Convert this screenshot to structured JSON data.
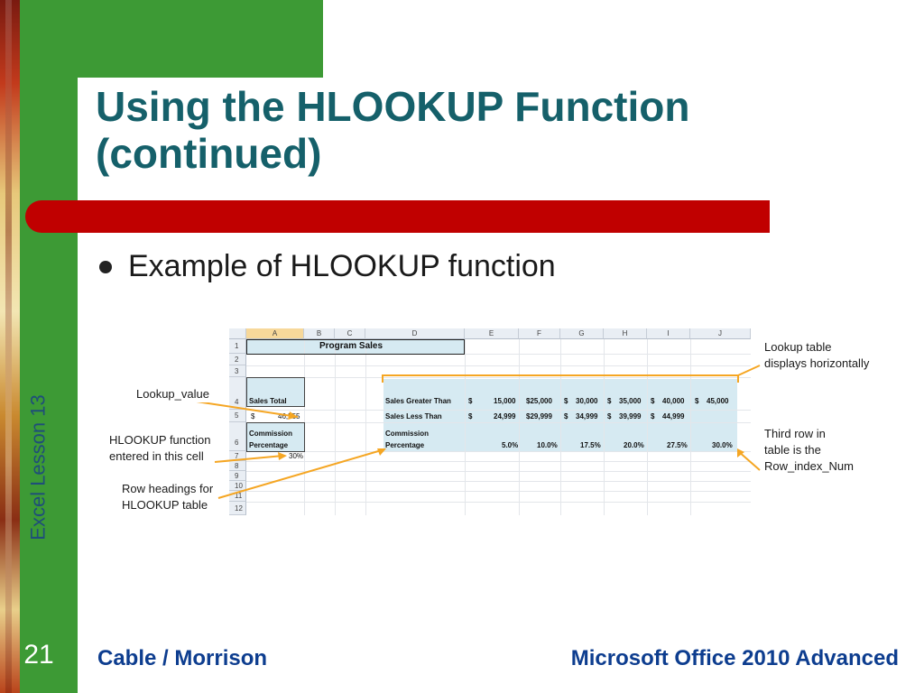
{
  "slide": {
    "title_line1": "Using the HLOOKUP Function",
    "title_line2": "(continued)",
    "bullet": "Example of HLOOKUP function",
    "side_label": "Excel Lesson 13",
    "page_number": "21",
    "footer_left": "Cable / Morrison",
    "footer_right": "Microsoft Office 2010 Advanced"
  },
  "colors": {
    "green": "#3d9a35",
    "red_bar": "#c00000",
    "title": "#15606a",
    "footer_text": "#0d3d8f",
    "callout_line": "#f5a623",
    "table_fill": "#d6eaf2"
  },
  "sheet": {
    "columns": [
      "A",
      "B",
      "C",
      "D",
      "E",
      "F",
      "G",
      "H",
      "I",
      "J"
    ],
    "rows": [
      "1",
      "2",
      "3",
      "4",
      "5",
      "6",
      "7",
      "8",
      "9",
      "10",
      "11",
      "12"
    ],
    "a1_title": "Program Sales",
    "a4": "Sales Total",
    "a5_currency": "$",
    "a5_value": "46,555",
    "a6_line1": "Commission",
    "a6_line2": "Percentage",
    "a7": "30%",
    "lookup_rows": [
      {
        "label": "Sales Greater Than",
        "values": [
          "$",
          "15,000",
          "$25,000",
          "$",
          "30,000",
          "$",
          "35,000",
          "$",
          "40,000",
          "$",
          "45,000"
        ]
      },
      {
        "label": "Sales Less Than",
        "values": [
          "$",
          "24,999",
          "$29,999",
          "$",
          "34,999",
          "$",
          "39,999",
          "$",
          "44,999"
        ]
      }
    ],
    "commission_label_1": "Commission",
    "commission_label_2": "Percentage",
    "percentages": [
      "5.0%",
      "10.0%",
      "17.5%",
      "20.0%",
      "27.5%",
      "30.0%"
    ]
  },
  "annotations": {
    "lookup_value": "Lookup_value",
    "hlookup_entered_1": "HLOOKUP function",
    "hlookup_entered_2": "entered in this cell",
    "row_headings_1": "Row headings for",
    "row_headings_2": "HLOOKUP table",
    "lookup_table_1": "Lookup table",
    "lookup_table_2": "displays horizontally",
    "third_row_1": "Third row in",
    "third_row_2": "table is the",
    "third_row_3": "Row_index_Num"
  }
}
